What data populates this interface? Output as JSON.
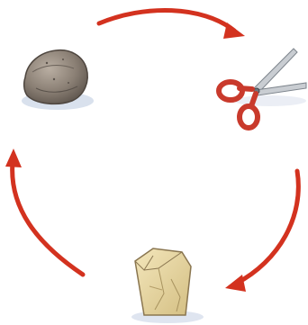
{
  "diagram": {
    "nodes": [
      {
        "id": "rock",
        "icon": "rock-icon"
      },
      {
        "id": "scissors",
        "icon": "scissors-icon"
      },
      {
        "id": "paper",
        "icon": "paper-bag-icon"
      }
    ],
    "edges": [
      {
        "from": "rock",
        "to": "scissors"
      },
      {
        "from": "scissors",
        "to": "paper"
      },
      {
        "from": "paper",
        "to": "rock"
      }
    ],
    "colors": {
      "arrow": "#d3321f",
      "rock": "#8a7f74",
      "scissors_handle": "#c93a2c",
      "blade": "#c9cdd2",
      "paper": "#e9d9a6"
    }
  }
}
